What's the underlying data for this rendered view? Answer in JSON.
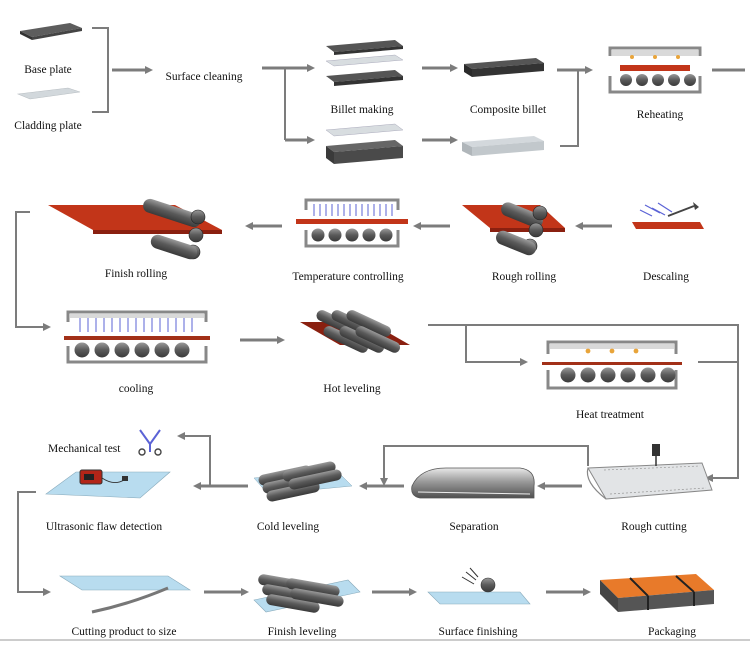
{
  "colors": {
    "dark_plate": "#4a4a4a",
    "light_plate": "#c9d0d6",
    "hot_plate": "#c23519",
    "orange": "#e87a2a",
    "roll": "#6b6b6b",
    "frame": "#8a8a8a",
    "arrow": "#7c7c7c",
    "blue_plate": "#b8dcef",
    "heater": "#e8a43a",
    "spray": "#5b63d6"
  },
  "steps": {
    "base_plate": "Base plate",
    "cladding_plate": "Cladding plate",
    "surface_cleaning": "Surface cleaning",
    "billet_making": "Billet making",
    "composite_billet": "Composite billet",
    "reheating": "Reheating",
    "descaling": "Descaling",
    "rough_rolling": "Rough rolling",
    "temperature_controlling": "Temperature controlling",
    "finish_rolling": "Finish rolling",
    "cooling": "cooling",
    "hot_leveling": "Hot leveling",
    "heat_treatment": "Heat treatment",
    "rough_cutting": "Rough cutting",
    "separation": "Separation",
    "cold_leveling": "Cold leveling",
    "ultrasonic_flaw_detection": "Ultrasonic flaw detection",
    "mechanical_test": "Mechanical test",
    "cutting_product_to_size": "Cutting product to size",
    "finish_leveling": "Finish leveling",
    "surface_finishing": "Surface finishing",
    "packaging": "Packaging"
  }
}
